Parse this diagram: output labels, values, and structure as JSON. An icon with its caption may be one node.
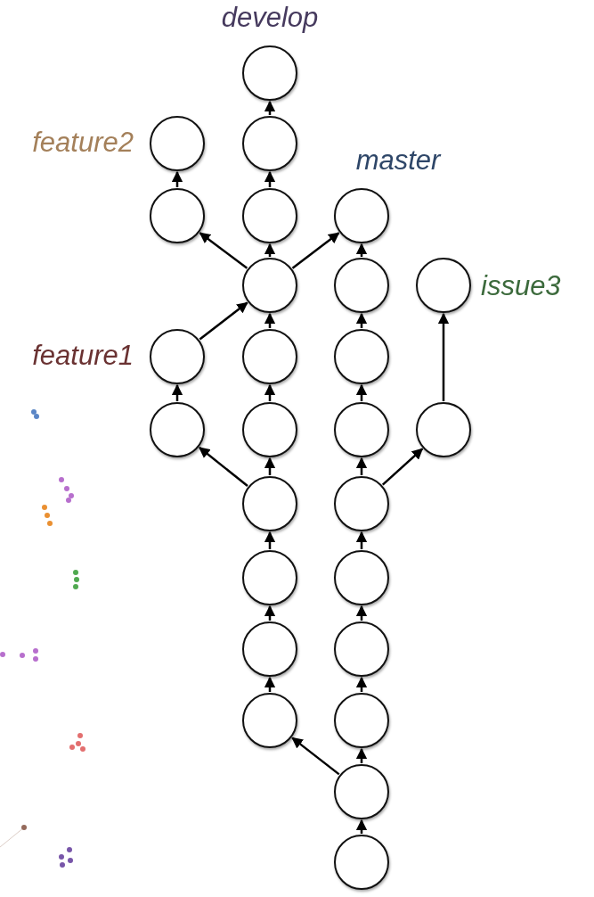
{
  "diagram": {
    "nodes": [
      {
        "text": [],
        "shape": "circle",
        "beside": [
          "develop"
        ]
      },
      {
        "text": [],
        "shape": "circle",
        "beside": [
          "feature2"
        ]
      },
      {
        "text": [],
        "shape": "circle"
      },
      {
        "text": [],
        "shape": "circle"
      },
      {
        "text": [],
        "shape": "circle"
      },
      {
        "text": [],
        "shape": "circle",
        "beside": [
          "master"
        ]
      },
      {
        "text": [],
        "shape": "circle"
      },
      {
        "text": [],
        "shape": "circle"
      },
      {
        "text": [],
        "shape": "circle",
        "beside": [
          "issue3"
        ]
      },
      {
        "text": [],
        "shape": "circle",
        "beside": [
          "feature1"
        ]
      },
      {
        "text": [],
        "shape": "circle"
      },
      {
        "text": [],
        "shape": "circle"
      },
      {
        "text": [],
        "shape": "circle"
      },
      {
        "text": [],
        "shape": "circle"
      },
      {
        "text": [],
        "shape": "circle"
      },
      {
        "text": [],
        "shape": "circle"
      },
      {
        "text": [],
        "shape": "circle"
      },
      {
        "text": [],
        "shape": "circle"
      },
      {
        "text": [],
        "shape": "circle"
      },
      {
        "text": [],
        "shape": "circle"
      },
      {
        "text": [],
        "shape": "circle"
      },
      {
        "text": [],
        "shape": "circle"
      },
      {
        "text": [],
        "shape": "circle"
      },
      {
        "text": [],
        "shape": "circle"
      },
      {
        "text": [],
        "shape": "circle"
      },
      {
        "text": [],
        "shape": "circle"
      }
    ],
    "edges": [
      {
        "from": 25,
        "to": 24,
        "arrow": "to"
      },
      {
        "from": 24,
        "to": 23,
        "arrow": "to"
      },
      {
        "from": 23,
        "to": 21,
        "arrow": "to"
      },
      {
        "from": 21,
        "to": 19,
        "arrow": "to"
      },
      {
        "from": 19,
        "to": 17,
        "arrow": "to"
      },
      {
        "from": 17,
        "to": 14,
        "arrow": "to"
      },
      {
        "from": 14,
        "to": 11,
        "arrow": "to"
      },
      {
        "from": 11,
        "to": 7,
        "arrow": "to"
      },
      {
        "from": 7,
        "to": 5,
        "arrow": "to"
      },
      {
        "from": 24,
        "to": 22,
        "arrow": "to"
      },
      {
        "from": 22,
        "to": 20,
        "arrow": "to"
      },
      {
        "from": 20,
        "to": 18,
        "arrow": "to"
      },
      {
        "from": 18,
        "to": 16,
        "arrow": "to"
      },
      {
        "from": 16,
        "to": 13,
        "arrow": "to"
      },
      {
        "from": 13,
        "to": 10,
        "arrow": "to"
      },
      {
        "from": 10,
        "to": 6,
        "arrow": "to"
      },
      {
        "from": 6,
        "to": 4,
        "arrow": "to"
      },
      {
        "from": 4,
        "to": 2,
        "arrow": "to"
      },
      {
        "from": 2,
        "to": 0,
        "arrow": "to"
      },
      {
        "from": 16,
        "to": 12,
        "arrow": "to"
      },
      {
        "from": 12,
        "to": 9,
        "arrow": "to"
      },
      {
        "from": 9,
        "to": 6,
        "arrow": "to"
      },
      {
        "from": 6,
        "to": 3,
        "arrow": "to"
      },
      {
        "from": 3,
        "to": 1,
        "arrow": "to"
      },
      {
        "from": 6,
        "to": 5,
        "arrow": "to"
      },
      {
        "from": 17,
        "to": 15,
        "arrow": "to"
      },
      {
        "from": 15,
        "to": 8,
        "arrow": "to"
      }
    ]
  }
}
